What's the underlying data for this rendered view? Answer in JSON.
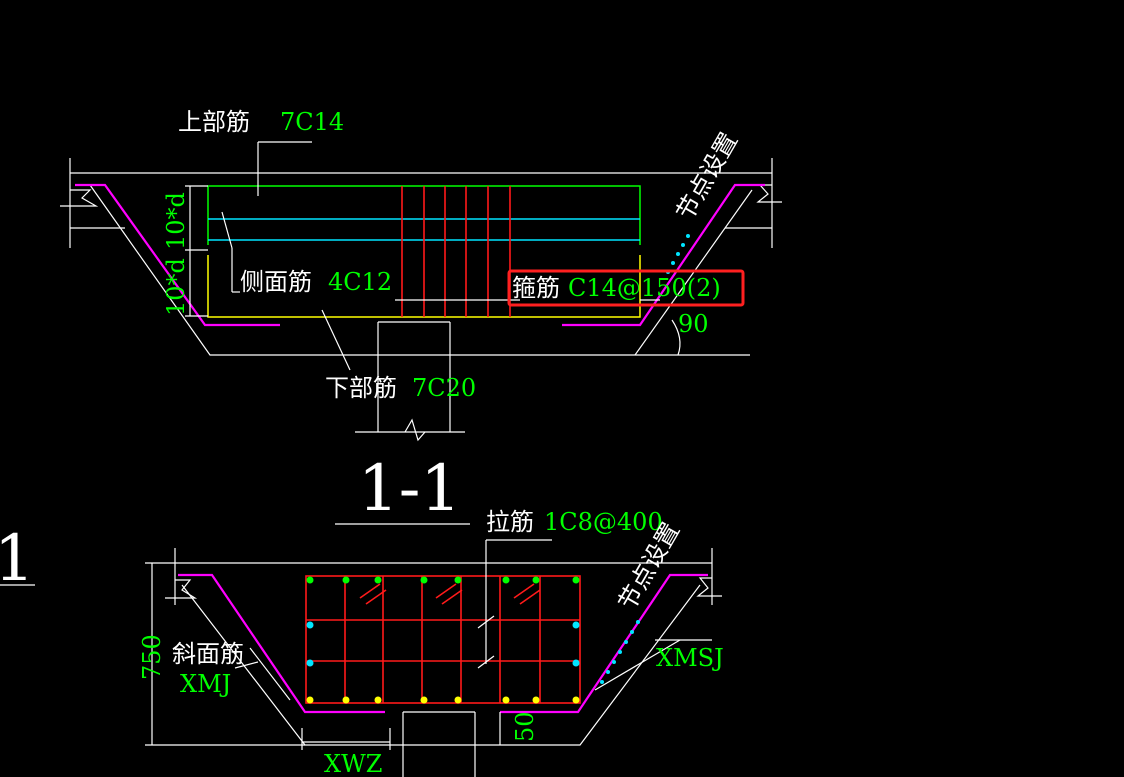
{
  "labels": {
    "top_rebar_cn": "上部筋",
    "top_rebar_val": "7C14",
    "side_rebar_cn": "侧面筋",
    "side_rebar_val": "4C12",
    "stirrup_cn": "箍筋",
    "stirrup_val": "C14@150(2)",
    "bottom_rebar_cn": "下部筋",
    "bottom_rebar_val": "7C20",
    "dim_10d_top": "10*d",
    "dim_10d_bottom": "10*d",
    "angle_90": "90",
    "node_setting_top": "节点设置",
    "section_title": "1-1",
    "left_fragment": "1",
    "tie_cn": "拉筋",
    "tie_val": "1C8@400",
    "node_setting_bottom": "节点设置",
    "slope_rebar_cn": "斜面筋",
    "slope_rebar_val": "XMJ",
    "xmsj": "XMSJ",
    "dim_750": "750",
    "dim_50": "50",
    "xwz": "XWZ"
  },
  "colors": {
    "background": "#000000",
    "outline": "#ffffff",
    "rebar_top": "#00ff00",
    "rebar_side": "#00e5ff",
    "rebar_bottom": "#ffff00",
    "stirrup": "#ff1a1a",
    "slope": "#ff00ff",
    "highlight": "#ff2020"
  }
}
